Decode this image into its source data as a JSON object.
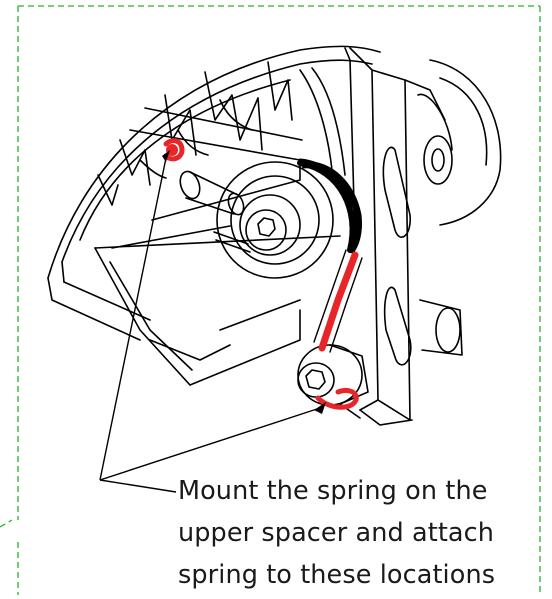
{
  "callout": {
    "lines": [
      "Mount the spring on the",
      "upper spacer and attach",
      "spring to these locations"
    ]
  },
  "colors": {
    "frame_border": "#2bb02b",
    "line_art": "#000000",
    "spring_highlight": "#e8262a"
  },
  "icons": {
    "upper_spacer": "hex-socket-bolt-icon",
    "lower_spacer": "hex-socket-bolt-icon"
  }
}
